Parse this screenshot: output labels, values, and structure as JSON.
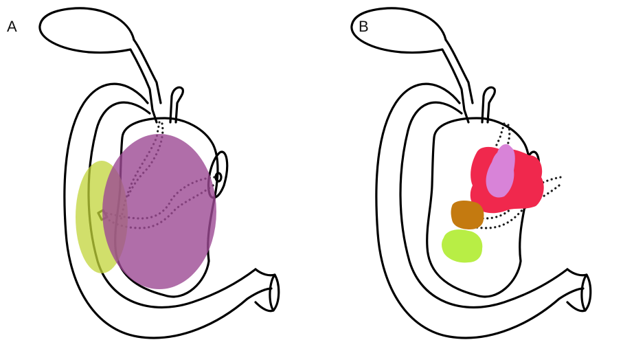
{
  "panels": [
    {
      "label": "A",
      "regions": [
        {
          "name": "yellow-green-zone",
          "color": "#c2d43a",
          "opacity": 0.75
        },
        {
          "name": "purple-zone",
          "color": "#9c4a94",
          "opacity": 0.8
        }
      ]
    },
    {
      "label": "B",
      "regions": [
        {
          "name": "red-zone",
          "color": "#f0284d"
        },
        {
          "name": "pink-zone",
          "color": "#d883d8"
        },
        {
          "name": "brown-zone",
          "color": "#c47a10"
        },
        {
          "name": "lime-zone",
          "color": "#b8ee45"
        }
      ]
    }
  ]
}
